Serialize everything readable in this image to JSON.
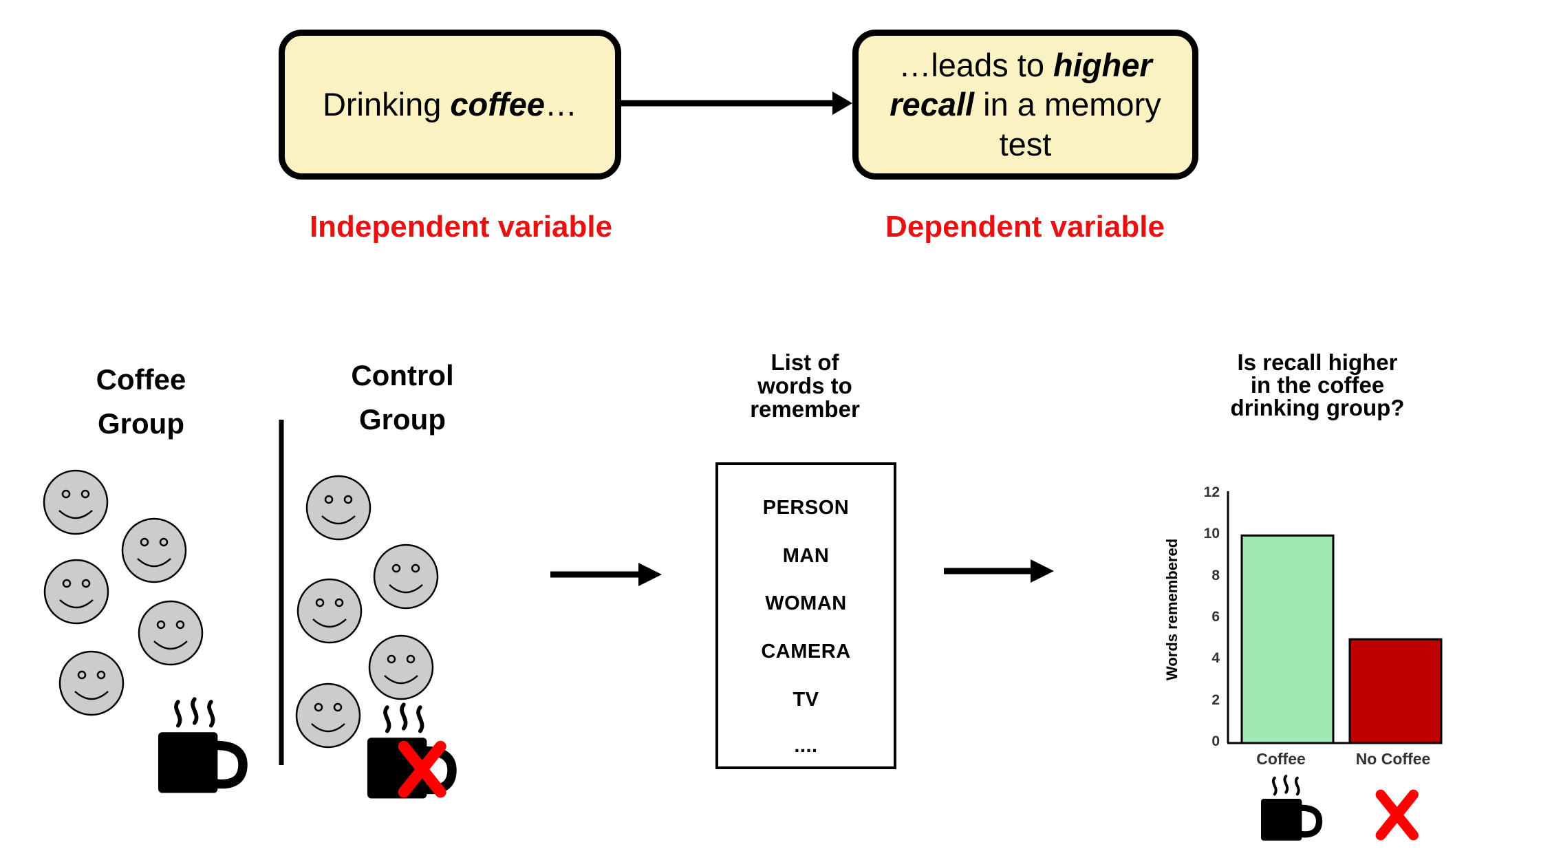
{
  "top": {
    "cause_box": {
      "prefix": "Drinking ",
      "emphasis": "coffee",
      "suffix": "…"
    },
    "effect_box": {
      "prefix": "…leads to ",
      "emphasis_1": "higher",
      "emphasis_2": "recall",
      "suffix": " in a memory test"
    },
    "independent_label": "Independent variable",
    "dependent_label": "Dependent variable",
    "label_color": "#e81010",
    "box_color": "#fbf2c4"
  },
  "groups": {
    "coffee_group": {
      "line1": "Coffee",
      "line2": "Group",
      "faces": 5,
      "has_coffee": true
    },
    "control_group": {
      "line1": "Control",
      "line2": "Group",
      "faces": 5,
      "has_coffee": false
    },
    "face_color": "#cccccc"
  },
  "word_list": {
    "heading": [
      "List of",
      "words to",
      "remember"
    ],
    "words": [
      "PERSON",
      "MAN",
      "WOMAN",
      "CAMERA",
      "TV",
      "...."
    ]
  },
  "chart": {
    "heading": [
      "Is recall higher",
      "in the coffee",
      "drinking group?"
    ]
  },
  "chart_data": {
    "type": "bar",
    "title": "Is recall higher in the coffee drinking group?",
    "categories": [
      "Coffee",
      "No Coffee"
    ],
    "values": [
      10,
      5
    ],
    "ylabel": "Words remembered",
    "xlabel": "",
    "ylim": [
      0,
      12
    ],
    "yticks": [
      0,
      2,
      4,
      6,
      8,
      10,
      12
    ],
    "bar_colors": [
      "#a0e8b4",
      "#c00000"
    ],
    "grid": false
  },
  "icons": {
    "coffee_mug": "coffee-mug-icon",
    "no_coffee": "red-x-icon",
    "face": "smiley-face-icon",
    "x_color": "#ff0000"
  }
}
